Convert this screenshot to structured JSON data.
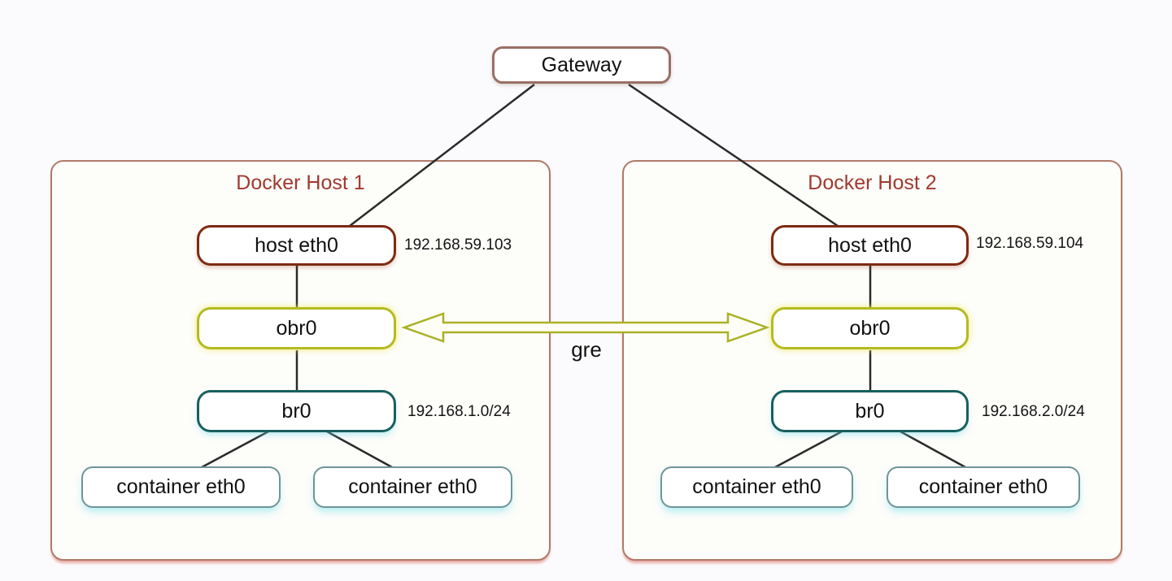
{
  "gateway": {
    "label": "Gateway"
  },
  "tunnel": {
    "label": "gre"
  },
  "hosts": [
    {
      "title": "Docker Host 1",
      "nodes": {
        "host_eth0": {
          "label": "host eth0",
          "ip": "192.168.59.103"
        },
        "obr0": {
          "label": "obr0"
        },
        "br0": {
          "label": "br0",
          "subnet": "192.168.1.0/24"
        },
        "containers": [
          {
            "label": "container eth0"
          },
          {
            "label": "container eth0"
          }
        ]
      }
    },
    {
      "title": "Docker Host 2",
      "nodes": {
        "host_eth0": {
          "label": "host eth0",
          "ip": "192.168.59.104"
        },
        "obr0": {
          "label": "obr0"
        },
        "br0": {
          "label": "br0",
          "subnet": "192.168.2.0/24"
        },
        "containers": [
          {
            "label": "container eth0"
          },
          {
            "label": "container eth0"
          }
        ]
      }
    }
  ],
  "colors": {
    "background": "#fbfbfd",
    "host_box_border": "#b07a68",
    "host_box_shadow": "#d24637",
    "host_title_text": "#a03a2e",
    "gateway_border": "#9a6f63",
    "host_eth0_border": "#7e2a10",
    "obr0_border": "#b5ba22",
    "br0_border": "#17605e",
    "container_border": "#6f9597",
    "gre_arrow_stroke": "#a9b126",
    "connector_line": "#2a2a2a",
    "node_text": "#111111"
  }
}
